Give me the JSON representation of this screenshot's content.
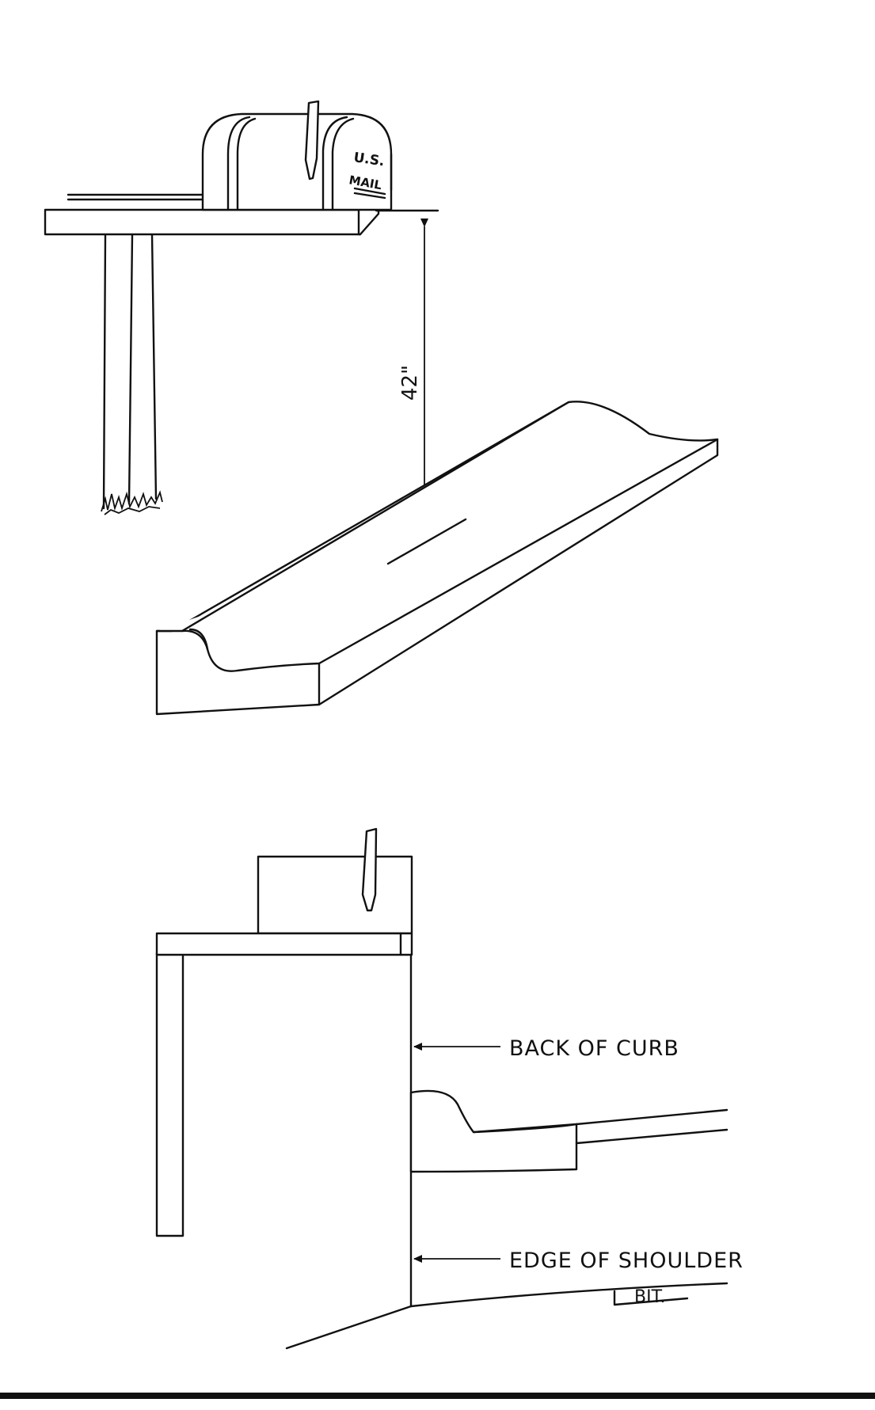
{
  "top_view": {
    "mailbox_text_line1": "U.S.",
    "mailbox_text_line2": "MAIL",
    "height_dimension": "42\""
  },
  "side_view": {
    "back_of_curb_label": "BACK OF CURB",
    "edge_of_shoulder_label": "EDGE OF SHOULDER",
    "bit_label": "BIT."
  }
}
